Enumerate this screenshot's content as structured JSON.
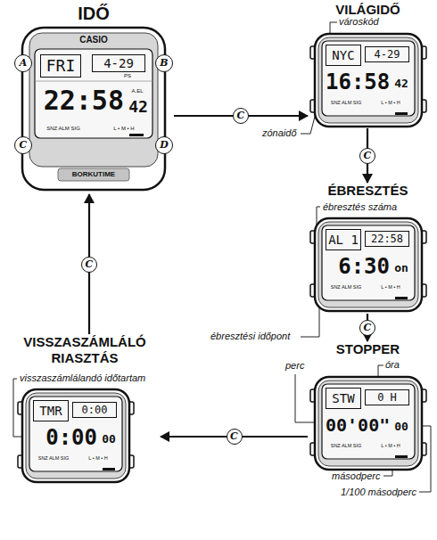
{
  "diagram": {
    "nodes": [
      {
        "text": [
          "IDŐ",
          "CASIO",
          "FRI",
          "4-29",
          "PS",
          "22:58",
          "42",
          "A.EL",
          "SNZ ALM SIG",
          "L • M • H",
          "BORKUTIME"
        ]
      },
      {
        "text": [
          "A"
        ],
        "in": 0
      },
      {
        "text": [
          "B"
        ],
        "in": 0
      },
      {
        "text": [
          "C"
        ],
        "in": 0
      },
      {
        "text": [
          "D"
        ],
        "in": 0
      },
      {
        "text": [
          "VILÁGIDŐ",
          "NYC",
          "4-29",
          "16:58",
          "42",
          "SNZ ALM SIG",
          "L • M • H"
        ]
      },
      {
        "text": [
          "ÉBRESZTÉS",
          "AL 1",
          "22:58",
          "6:30",
          "on",
          "SNZ ALM SIG",
          "L • M • H"
        ]
      },
      {
        "text": [
          "STOPPER",
          "STW",
          "0 H",
          "00'00\"",
          "00",
          "SNZ ALM SIG",
          "L • M • H"
        ]
      },
      {
        "text": [
          "VISSZASZÁMLÁLÓ RIASZTÁS",
          "TMR",
          "0:00",
          "0:00",
          "00",
          "SNZ ALM SIG",
          "L • M • H"
        ]
      }
    ],
    "edges": [
      {
        "from": 0,
        "to": 5,
        "arrow": "to",
        "label": "C"
      },
      {
        "from": 5,
        "to": 6,
        "arrow": "to",
        "label": "C"
      },
      {
        "from": 6,
        "to": 7,
        "arrow": "to",
        "label": "C"
      },
      {
        "from": 7,
        "to": 8,
        "arrow": "to",
        "label": "C"
      },
      {
        "from": 8,
        "to": 0,
        "arrow": "to",
        "label": "C"
      }
    ],
    "labels": [
      "városkód",
      "zónaidő",
      "ébresztés száma",
      "ébresztési időpont",
      "perc",
      "óra",
      "másodperc",
      "1/100 másodperc",
      "visszaszámlálandó időtartam"
    ]
  }
}
